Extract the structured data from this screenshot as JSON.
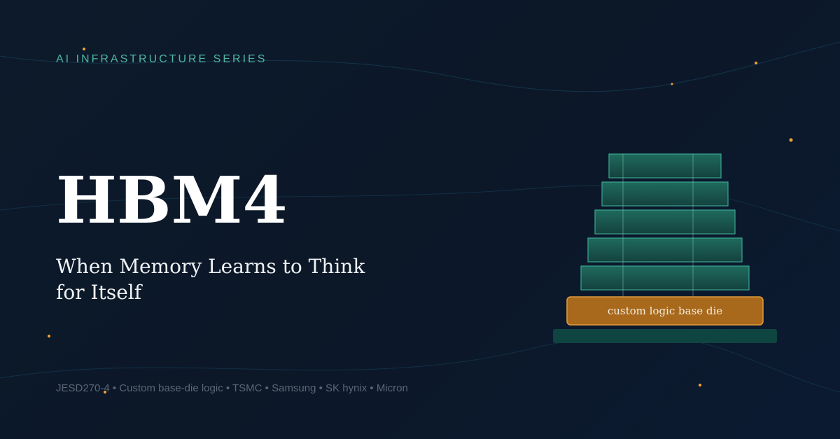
{
  "series_label": "AI INFRASTRUCTURE SERIES",
  "title": "HBM4",
  "subtitle": "When Memory Learns to Think for Itself",
  "footer": "JESD270-4 • Custom base-die logic • TSMC • Samsung • SK hynix • Micron",
  "stack": {
    "base_die_label": "custom logic base die",
    "dram_layers": 5
  },
  "colors": {
    "background": "#0c1828",
    "accent_teal": "#4fb7a3",
    "layer_fill": "#1b5a50",
    "layer_stroke": "#3aa590",
    "base_die_fill": "#a8691c",
    "base_die_stroke": "#e09a3a",
    "substrate": "#0f4540",
    "dot": "#f2a33a"
  }
}
